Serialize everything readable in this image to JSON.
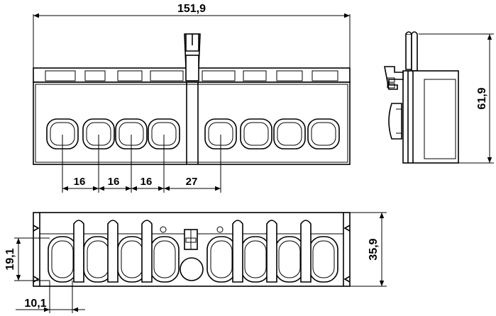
{
  "dimensions": {
    "overall_width": "151,9",
    "side_height": "61,9",
    "bottom_height": "35,9",
    "left_offset": "19,1",
    "edge_offset": "10,1",
    "pitch_1": "16",
    "pitch_2": "16",
    "pitch_3": "16",
    "gap_wide": "27"
  }
}
